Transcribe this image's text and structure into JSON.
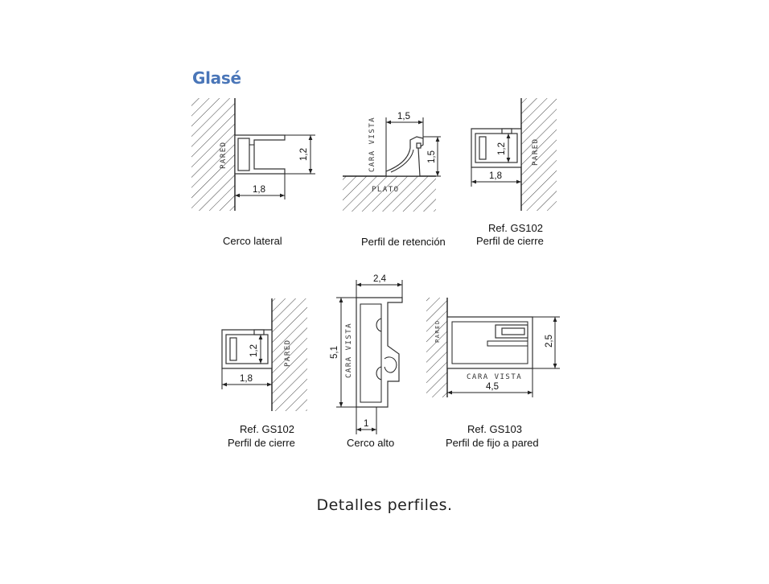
{
  "brand": "Glasé",
  "caption": "Detalles perfiles.",
  "labels": {
    "pared": "PARED",
    "cara_vista": "CARA VISTA",
    "plato": "PLATO"
  },
  "details": [
    {
      "id": "cerco-lateral",
      "title": "Cerco lateral",
      "dims": [
        "1,2",
        "1,8"
      ]
    },
    {
      "id": "perfil-retencion",
      "title": "Perfil de retención",
      "dims": [
        "1,5",
        "1,5"
      ]
    },
    {
      "id": "gs102-top",
      "ref": "Ref. GS102",
      "title": "Perfil de cierre",
      "dims": [
        "1,2",
        "1,8"
      ]
    },
    {
      "id": "gs102-bottom",
      "ref": "Ref. GS102",
      "title": "Perfil de cierre",
      "dims": [
        "1,2",
        "1,8"
      ]
    },
    {
      "id": "cerco-alto",
      "title": "Cerco alto",
      "dims": [
        "2,4",
        "5,1",
        "1"
      ]
    },
    {
      "id": "gs103",
      "ref": "Ref. GS103",
      "title": "Perfil de fijo a pared",
      "dims": [
        "2,5",
        "4,5"
      ]
    }
  ]
}
